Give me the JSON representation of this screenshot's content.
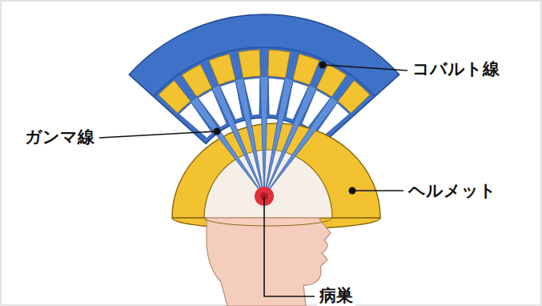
{
  "diagram": {
    "labels": [
      "コバルト線",
      "ガンマ線",
      "ヘルメット",
      "病巣"
    ]
  }
}
